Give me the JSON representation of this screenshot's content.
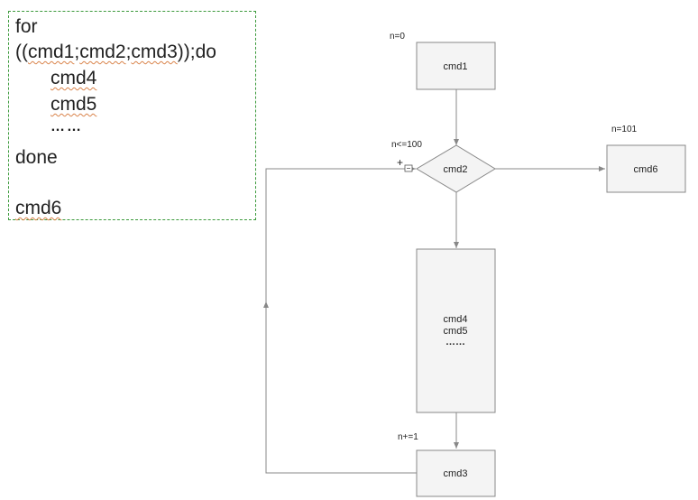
{
  "code": {
    "line1": "for",
    "line2_prefix": "((",
    "line2_cmd1": "cmd1",
    "line2_sep1": ";",
    "line2_cmd2": "cmd2",
    "line2_sep2": ";",
    "line2_cmd3": "cmd3",
    "line2_suffix": "));do",
    "line3": "cmd4",
    "line4": "cmd5",
    "line5": "……",
    "line6": "done",
    "line7": "cmd6"
  },
  "flowchart": {
    "init_label": "n=0",
    "cmd1": "cmd1",
    "cond_label": "n<=100",
    "cmd2": "cmd2",
    "exit_label": "n=101",
    "cmd6": "cmd6",
    "body_line1": "cmd4",
    "body_line2": "cmd5",
    "body_line3": "……",
    "incr_label": "n+=1",
    "cmd3": "cmd3",
    "plus_sign": "+"
  },
  "colors": {
    "box_border": "#888888",
    "box_fill": "#f4f4f4",
    "line": "#888888",
    "code_border": "#3c9a3c",
    "squiggle": "#d9834a"
  }
}
